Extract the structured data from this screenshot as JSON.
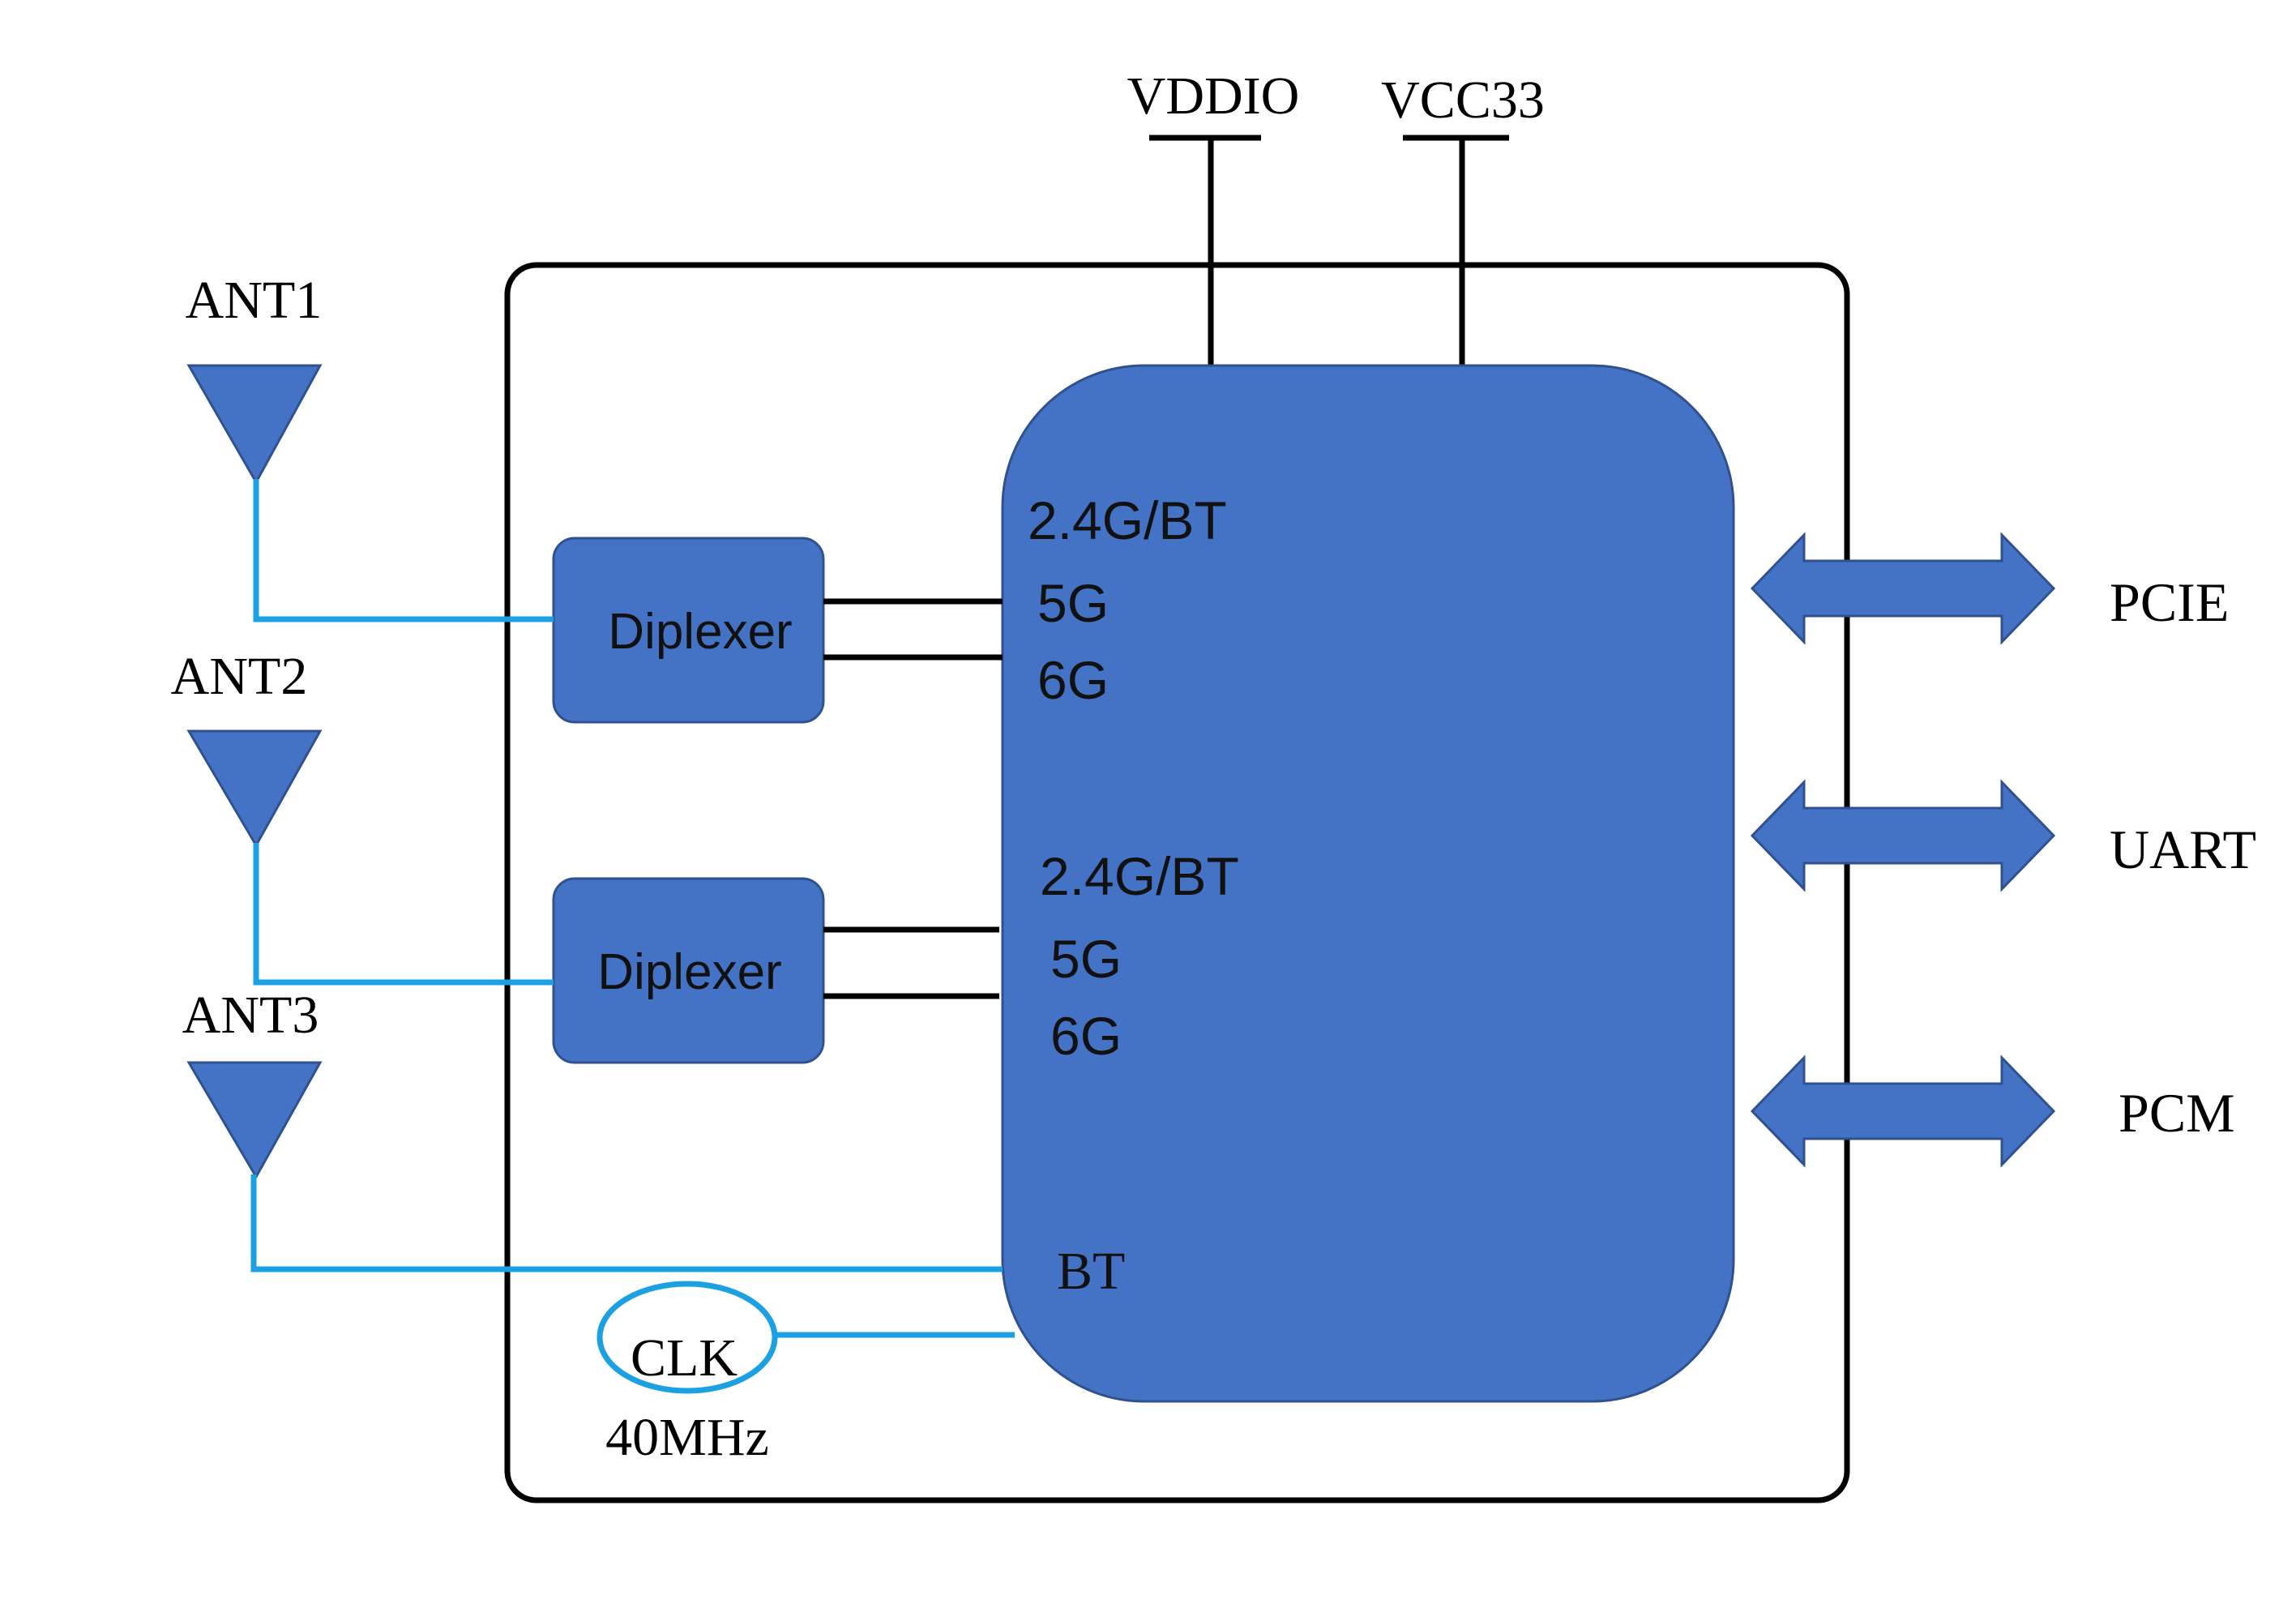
{
  "power": {
    "vddio": "VDDIO",
    "vcc33": "VCC33"
  },
  "antennas": [
    {
      "label": "ANT1"
    },
    {
      "label": "ANT2"
    },
    {
      "label": "ANT3"
    }
  ],
  "diplexers": [
    {
      "label": "Diplexer"
    },
    {
      "label": "Diplexer"
    }
  ],
  "chip": {
    "group1": [
      "2.4G/BT",
      "5G",
      "6G"
    ],
    "group2": [
      "2.4G/BT",
      "5G",
      "6G"
    ],
    "bt": "BT"
  },
  "clock": {
    "label": "CLK",
    "freq": "40MHz"
  },
  "interfaces": [
    {
      "label": "PCIE"
    },
    {
      "label": "UART"
    },
    {
      "label": "PCM"
    }
  ],
  "colors": {
    "chip_fill": "#4472C4",
    "chip_stroke": "#2F528F",
    "rf_line": "#1BA1E2",
    "line": "#000000"
  }
}
